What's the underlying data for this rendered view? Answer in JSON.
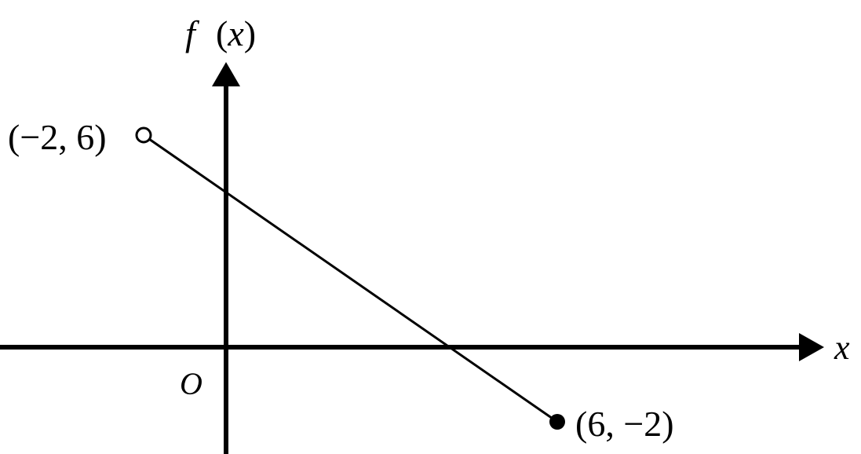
{
  "chart_data": {
    "type": "line",
    "title": "",
    "xlabel": "x",
    "ylabel": "f (x)",
    "origin_label": "O",
    "series": [
      {
        "name": "f(x)",
        "points": [
          [
            -2,
            6
          ],
          [
            6,
            -2
          ]
        ],
        "endpoints": [
          {
            "x": -2,
            "y": 6,
            "style": "open",
            "label": "(−2, 6)"
          },
          {
            "x": 6,
            "y": -2,
            "style": "closed",
            "label": "(6, −2)"
          }
        ]
      }
    ],
    "grid": false
  },
  "labels": {
    "y_axis_f": "f",
    "y_axis_arg": "(x)",
    "x_axis": "x",
    "origin": "O",
    "point_open": "(−2, 6)",
    "point_closed": "(6, −2)"
  },
  "colors": {
    "stroke": "#000000",
    "background": "#ffffff"
  }
}
